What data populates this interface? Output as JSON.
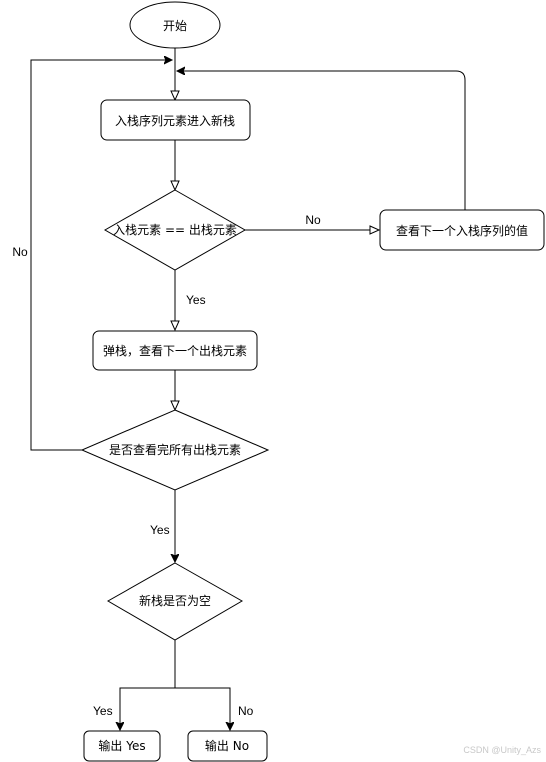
{
  "nodes": {
    "start": "开始",
    "push": "入栈序列元素进入新栈",
    "compare": "入栈元素 == 出栈元素",
    "next_in": "查看下一个入栈序列的值",
    "pop": "弹栈，查看下一个出栈元素",
    "all_checked": "是否查看完所有出栈元素",
    "empty": "新栈是否为空",
    "out_yes": "输出 Yes",
    "out_no": "输出 No"
  },
  "edges": {
    "compare_no": "No",
    "compare_yes": "Yes",
    "loop_no": "No",
    "all_yes": "Yes",
    "empty_yes": "Yes",
    "empty_no": "No"
  },
  "watermark": "CSDN @Unity_Azs"
}
